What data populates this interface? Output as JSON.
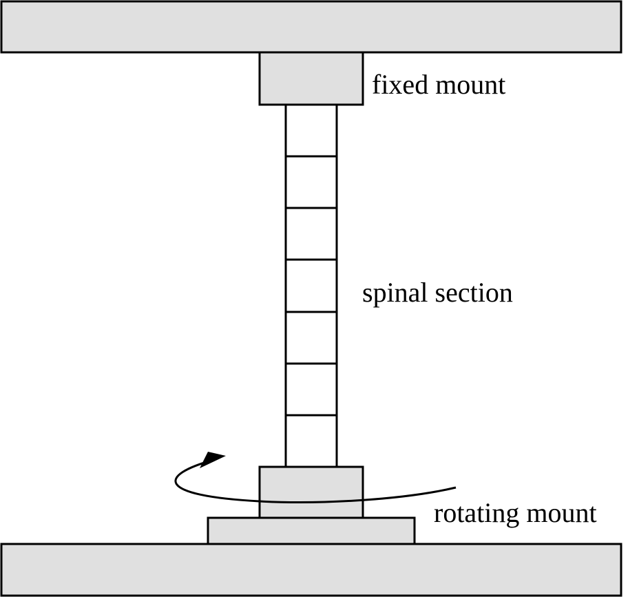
{
  "labels": {
    "fixed_mount": "fixed mount",
    "spinal_section": "spinal section",
    "rotating_mount": "rotating mount"
  },
  "structure": {
    "vertebra_segments": 7
  },
  "colors": {
    "block_fill": "#e0e0e0",
    "stroke": "#000000",
    "background": "#ffffff"
  }
}
